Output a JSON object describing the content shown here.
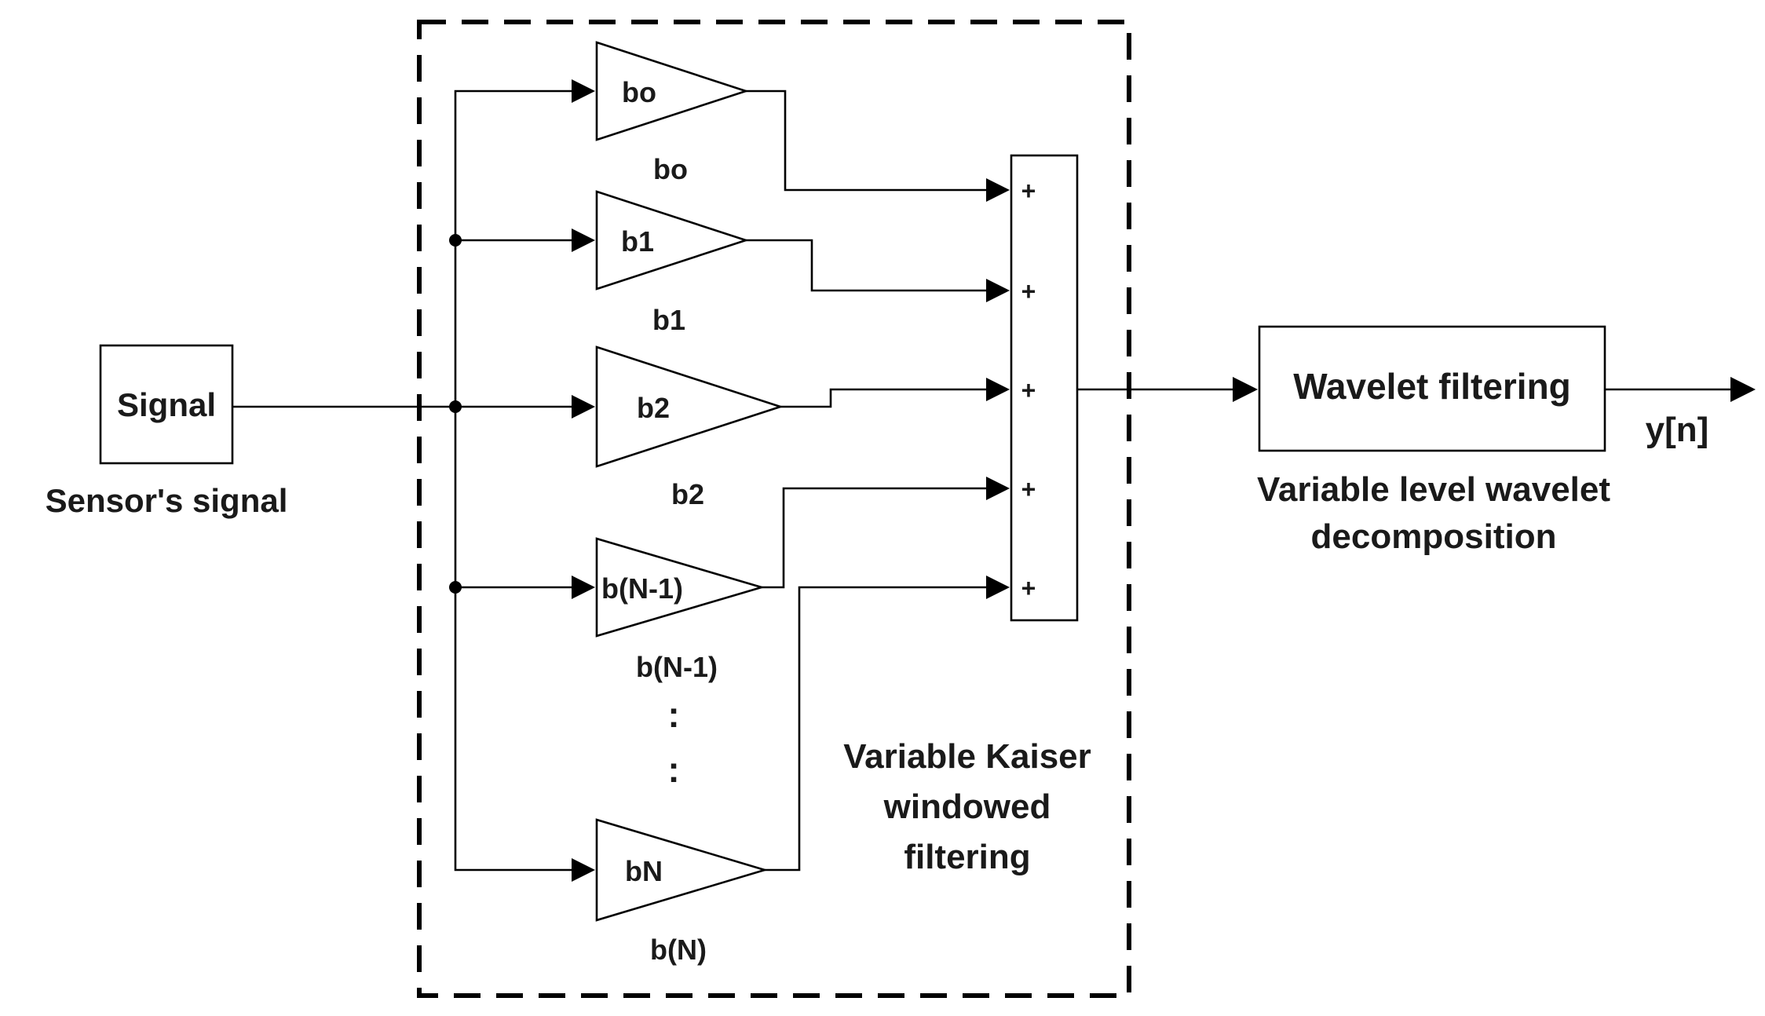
{
  "source_block": {
    "label": "Signal",
    "caption": "Sensor's signal"
  },
  "gain_blocks": [
    {
      "inner": "bo",
      "caption": "bo"
    },
    {
      "inner": "b1",
      "caption": "b1"
    },
    {
      "inner": "b2",
      "caption": "b2"
    },
    {
      "inner": "b(N-1)",
      "caption": "b(N-1)"
    },
    {
      "inner": "bN",
      "caption": "b(N)"
    }
  ],
  "sum_block": {
    "signs": [
      "+",
      "+",
      "+",
      "+",
      "+"
    ]
  },
  "ellipsis": {
    "dots_1": ":",
    "dots_2": ":"
  },
  "filter_group": {
    "caption_lines": [
      "Variable Kaiser",
      "windowed",
      "filtering"
    ]
  },
  "wavelet_block": {
    "label": "Wavelet filtering",
    "caption_lines": [
      "Variable level wavelet",
      "decomposition"
    ]
  },
  "output_label": "y[n]"
}
